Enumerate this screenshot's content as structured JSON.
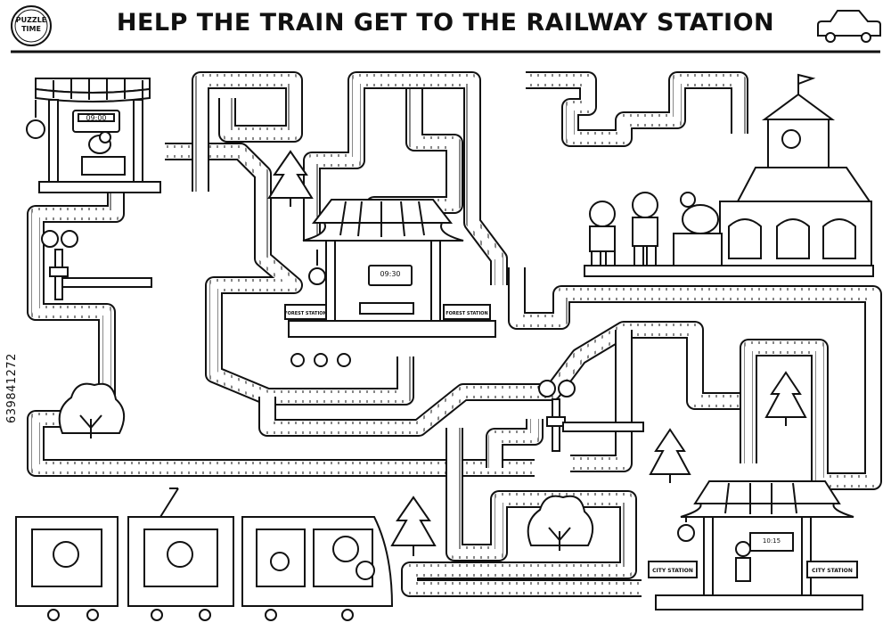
{
  "title": "HELP THE TRAIN GET TO THE RAILWAY STATION",
  "logo": {
    "line1": "PUZZLE",
    "line2": "TIME"
  },
  "stock_id": "639841272",
  "stations": {
    "top_left_clock": "09:00",
    "forest_clock": "09:30",
    "forest_sign_left": "FOREST STATION",
    "forest_sign_right": "FOREST STATION",
    "city_clock": "10:15",
    "city_sign_left": "CITY STATION",
    "city_sign_right": "CITY STATION"
  },
  "colors": {
    "ink": "#111111",
    "paper": "#ffffff"
  }
}
